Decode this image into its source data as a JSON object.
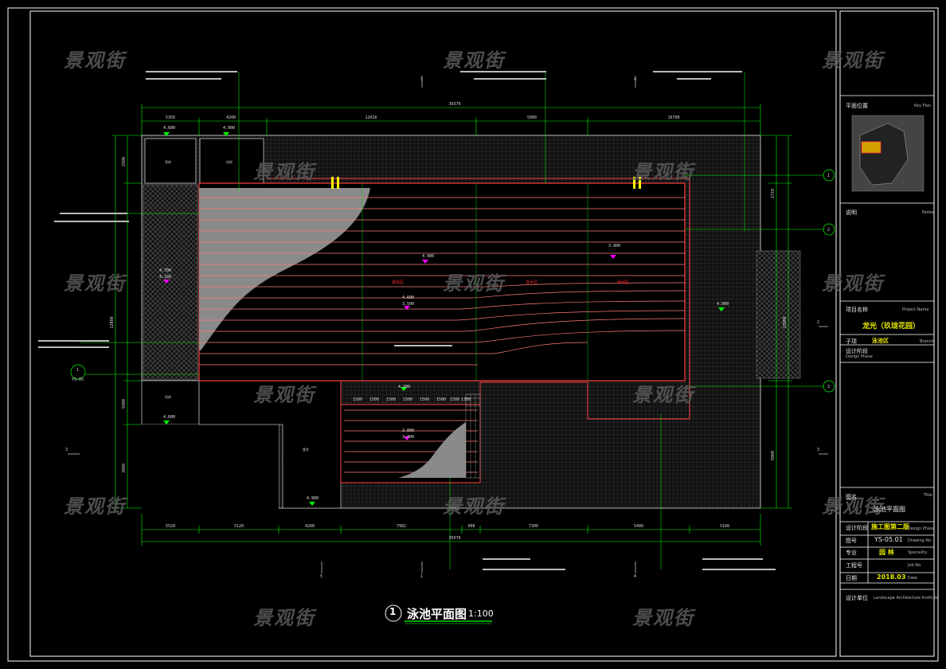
{
  "watermark": "景观街",
  "drawing_title": {
    "number": "1",
    "name": "泳池平面图",
    "scale": "1:100"
  },
  "dimensions": {
    "overall_top": "39370",
    "overall_bottom": "39370",
    "top_segments": [
      "5350",
      "4200",
      "12016",
      "5900",
      "16700"
    ],
    "bottom_segments": [
      "5520",
      "5120",
      "4200",
      "7982",
      "900",
      "7300",
      "5400",
      "5100"
    ],
    "left_segments": [
      "2500",
      "12000",
      "5900",
      "3880"
    ],
    "right_segments": [
      "2710",
      "12000",
      "6000"
    ],
    "inner_segments": [
      "1500",
      "1500",
      "1500",
      "1500",
      "1500",
      "1500",
      "1500",
      "1300"
    ]
  },
  "elevations": {
    "e1": "4.600",
    "e2": "4.900",
    "e3": "4.700",
    "e4": "4.150",
    "e5": "4.900",
    "e6": "4.600",
    "e7": "4.900",
    "e8": "4.300",
    "e9": "4.900",
    "e10": "3.900",
    "e11": "4.600",
    "e12": "3.500",
    "e13": "2.800",
    "e14": "3.400"
  },
  "pool_zone_labels": [
    "游泳区",
    "浅水区",
    "休闲区"
  ],
  "room_labels": [
    "泵房",
    "机房",
    "机房",
    "管井"
  ],
  "section_refs": {
    "top": [
      "5",
      "1",
      "4"
    ],
    "bottom": [
      "5",
      "1",
      "4"
    ],
    "right": [
      "1",
      "2",
      "3"
    ],
    "left": [
      "3"
    ],
    "right_side": [
      "2",
      "3"
    ],
    "sheet": "YS-05"
  },
  "title_block": {
    "key_plan": "平面位置",
    "key_plan_en": "Key Plan",
    "notes": "说明",
    "notes_en": "Notes",
    "project_name_label": "项目名称",
    "project_name_en": "Project Name",
    "project_name": "龙光（玖珑花园）",
    "sub_label": "子项",
    "sub_en": "Branch",
    "sub_value": "泳池区",
    "drawing_title_label": "图名",
    "drawing_title_en": "Title",
    "drawing_title": "泳池平面图",
    "design_phase_label": "设计阶段",
    "design_phase_en": "Design Phase",
    "design_phase": "施工图第二版",
    "drawing_no_label": "图号",
    "drawing_no_en": "Drawing No.",
    "drawing_no": "YS-05.01",
    "speciality_label": "专业",
    "speciality_en": "Speciality",
    "speciality": "园 林",
    "job_no_label": "工程号",
    "job_no_en": "Job No.",
    "date_label": "日期",
    "date_en": "Date",
    "date": "2018.03",
    "institute_label": "设计单位",
    "institute_en": "Landscape Architecture Institute"
  },
  "colors": {
    "frame": "#ffffff",
    "dimension_line": "#00ff00",
    "pool_stripe": "#ff6b6b",
    "water_edge": "#ff3030",
    "hatch": "#7a7a7a",
    "elevation_marker": "#ff00ff",
    "callout": "#ffff00",
    "watermark": "#5a5a5a"
  }
}
